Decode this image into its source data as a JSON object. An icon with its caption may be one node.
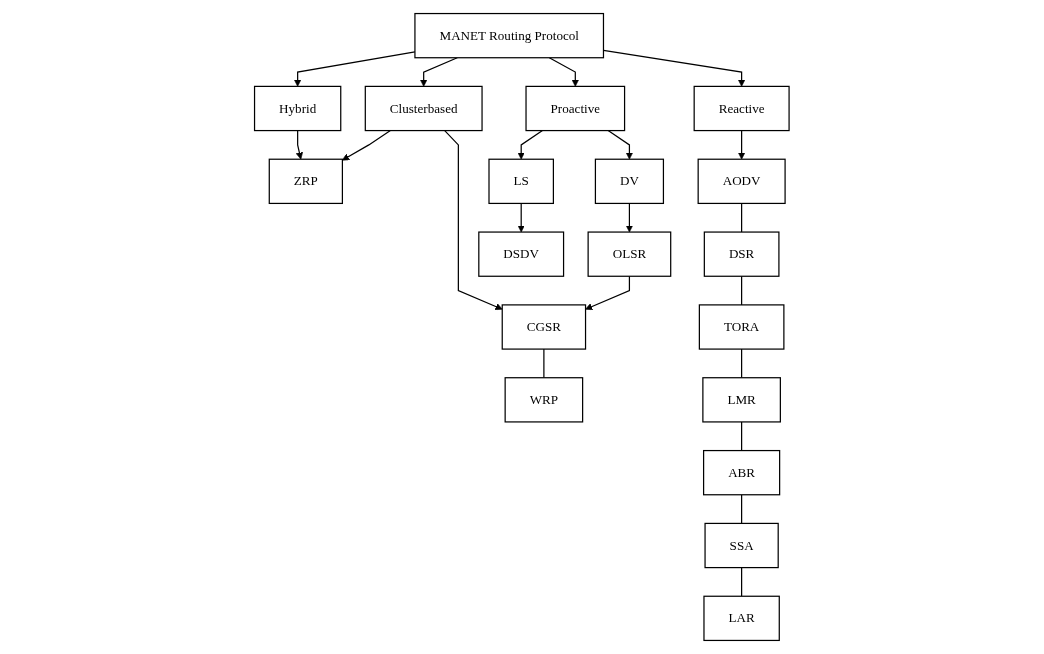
{
  "diagram": {
    "nodes": [
      {
        "text": [
          "MANET Routing Protocol"
        ]
      },
      {
        "text": [
          "Hybrid"
        ]
      },
      {
        "text": [
          "Clusterbased"
        ]
      },
      {
        "text": [
          "Proactive"
        ]
      },
      {
        "text": [
          "Reactive"
        ]
      },
      {
        "text": [
          "ZRP"
        ]
      },
      {
        "text": [
          "DV"
        ]
      },
      {
        "text": [
          "LS"
        ]
      },
      {
        "text": [
          "OLSR"
        ]
      },
      {
        "text": [
          "DSDV"
        ]
      },
      {
        "text": [
          "CGSR"
        ]
      },
      {
        "text": [
          "WRP"
        ]
      },
      {
        "text": [
          "AODV"
        ]
      },
      {
        "text": [
          "DSR"
        ]
      },
      {
        "text": [
          "TORA"
        ]
      },
      {
        "text": [
          "LMR"
        ]
      },
      {
        "text": [
          "ABR"
        ]
      },
      {
        "text": [
          "SSA"
        ]
      },
      {
        "text": [
          "LAR"
        ]
      }
    ],
    "edges": [
      {
        "from": 0,
        "to": 1,
        "arrow": "to"
      },
      {
        "from": 0,
        "to": 2,
        "arrow": "to"
      },
      {
        "from": 0,
        "to": 3,
        "arrow": "to"
      },
      {
        "from": 0,
        "to": 4,
        "arrow": "to"
      },
      {
        "from": 1,
        "to": 5,
        "arrow": "to"
      },
      {
        "from": 2,
        "to": 5,
        "arrow": "to"
      },
      {
        "from": 2,
        "to": 10,
        "arrow": "to"
      },
      {
        "from": 3,
        "to": 6,
        "arrow": "to"
      },
      {
        "from": 3,
        "to": 7,
        "arrow": "to"
      },
      {
        "from": 6,
        "to": 8,
        "arrow": "to"
      },
      {
        "from": 7,
        "to": 9,
        "arrow": "to"
      },
      {
        "from": 8,
        "to": 10,
        "arrow": "to"
      },
      {
        "from": 10,
        "to": 11,
        "arrow": "none"
      },
      {
        "from": 4,
        "to": 12,
        "arrow": "to"
      },
      {
        "from": 12,
        "to": 13,
        "arrow": "none"
      },
      {
        "from": 13,
        "to": 14,
        "arrow": "none"
      },
      {
        "from": 14,
        "to": 15,
        "arrow": "none"
      },
      {
        "from": 15,
        "to": 16,
        "arrow": "none"
      },
      {
        "from": 16,
        "to": 17,
        "arrow": "none"
      },
      {
        "from": 17,
        "to": 18,
        "arrow": "none"
      }
    ]
  }
}
